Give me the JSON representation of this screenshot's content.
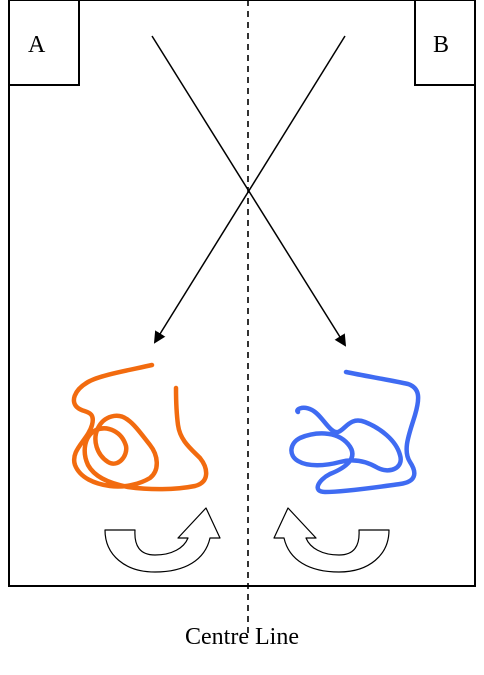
{
  "labels": {
    "left_box": "A",
    "right_box": "B"
  },
  "caption": "Centre Line",
  "colors": {
    "left_scribble": "#F26B0F",
    "right_scribble": "#3F6BF2",
    "line": "#000000"
  }
}
